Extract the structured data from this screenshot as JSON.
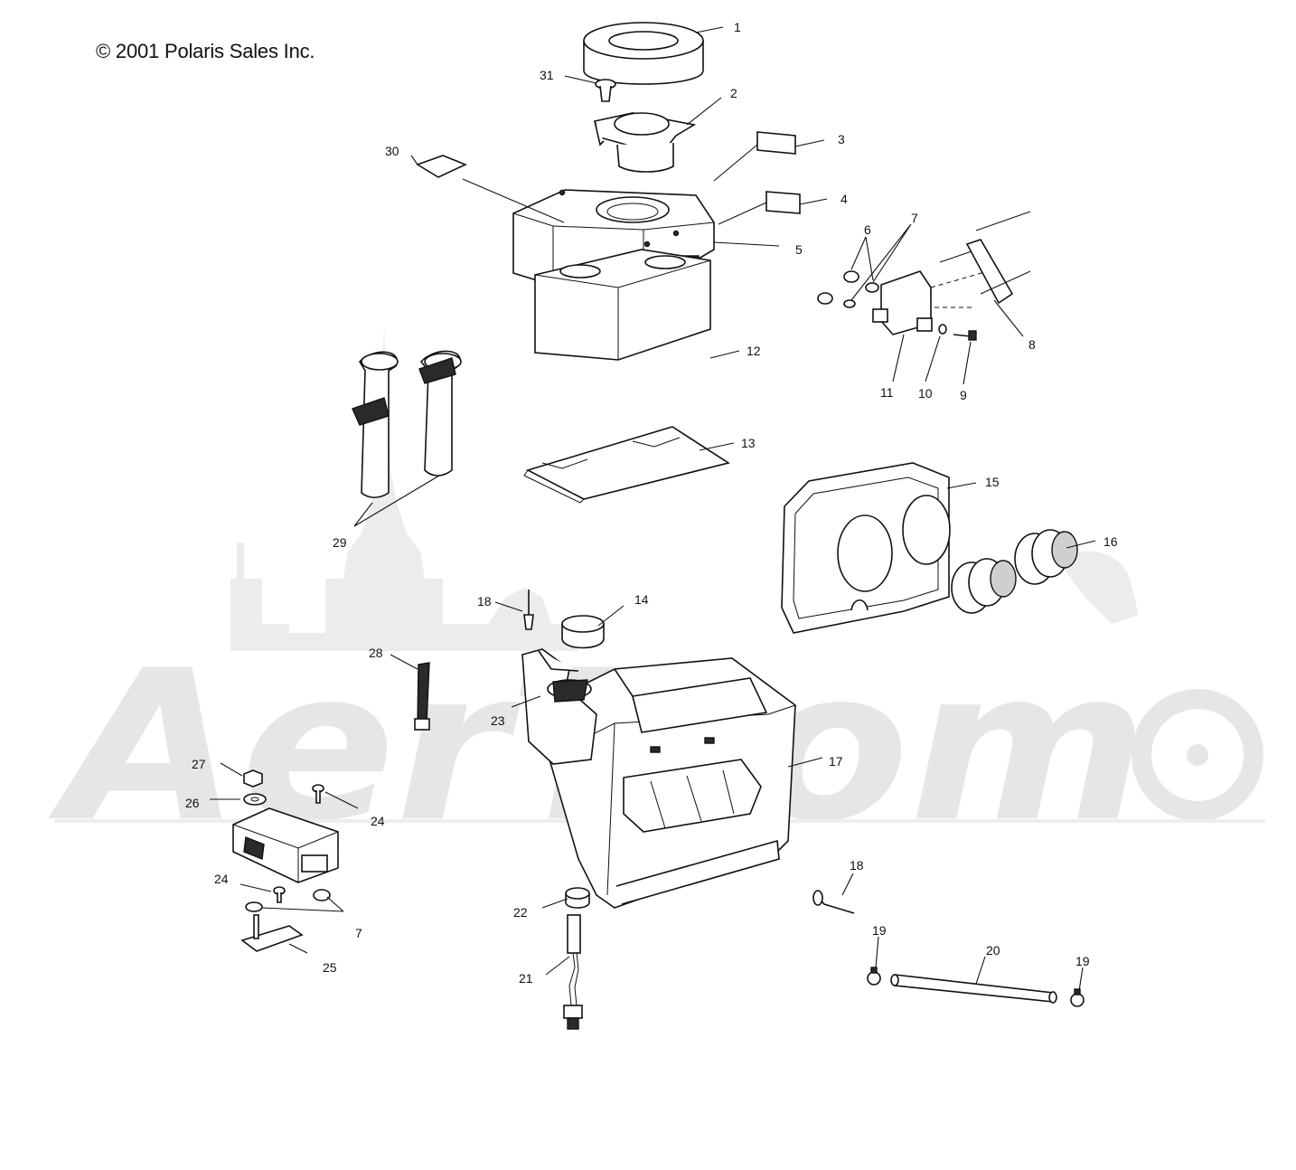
{
  "copyright": "© 2001 Polaris Sales Inc.",
  "watermark": {
    "text": "AerTrom",
    "color": "#e4e4e4"
  },
  "callouts": {
    "c1": "1",
    "c2": "2",
    "c3": "3",
    "c4": "4",
    "c5": "5",
    "c6": "6",
    "c7a": "7",
    "c8": "8",
    "c9": "9",
    "c10": "10",
    "c11": "11",
    "c12": "12",
    "c13": "13",
    "c14": "14",
    "c15": "15",
    "c16": "16",
    "c17": "17",
    "c18a": "18",
    "c18b": "18",
    "c19a": "19",
    "c19b": "19",
    "c20": "20",
    "c21": "21",
    "c22": "22",
    "c23": "23",
    "c24a": "24",
    "c24b": "24",
    "c25": "25",
    "c26": "26",
    "c27": "27",
    "c28": "28",
    "c29": "29",
    "c30": "30",
    "c31": "31",
    "c7b": "7"
  }
}
